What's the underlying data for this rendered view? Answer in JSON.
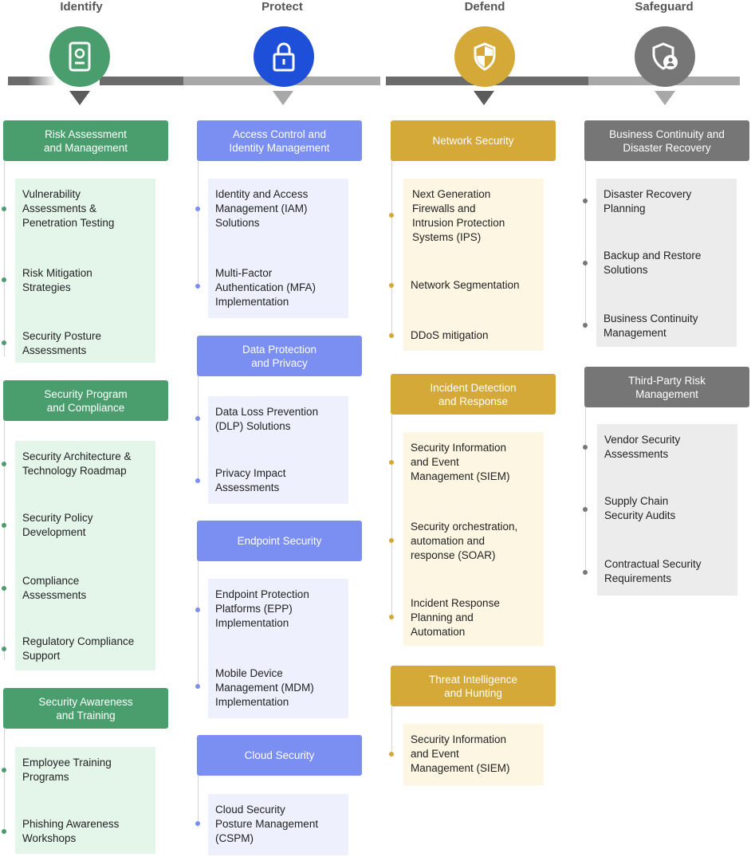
{
  "colors": {
    "identify": "#4a9e6e",
    "identify_light": "#e4f5ea",
    "protect": "#7b8ff2",
    "protect_circle": "#1e4fd8",
    "protect_light": "#eef0fd",
    "defend": "#d4a937",
    "defend_light": "#fdf6e3",
    "safeguard": "#767676",
    "safeguard_light": "#ececec"
  },
  "phases": [
    {
      "title": "Identify",
      "icon": "id-badge-icon"
    },
    {
      "title": "Protect",
      "icon": "lock-icon"
    },
    {
      "title": "Defend",
      "icon": "shield-icon"
    },
    {
      "title": "Safeguard",
      "icon": "user-shield-icon"
    }
  ],
  "identify": {
    "groups": [
      {
        "heading": "Risk Assessment\nand Management",
        "items": [
          "Vulnerability\nAssessments &\nPenetration Testing",
          "Risk Mitigation\nStrategies",
          "Security Posture\nAssessments"
        ]
      },
      {
        "heading": "Security Program\nand Compliance",
        "items": [
          "Security Architecture &\nTechnology Roadmap",
          "Security Policy\nDevelopment",
          "Compliance\nAssessments",
          "Regulatory Compliance\nSupport"
        ]
      },
      {
        "heading": "Security Awareness\nand Training",
        "items": [
          "Employee Training\nPrograms",
          "Phishing Awareness\nWorkshops"
        ]
      }
    ]
  },
  "protect": {
    "groups": [
      {
        "heading": "Access Control and\nIdentity Management",
        "items": [
          "Identity and Access\nManagement (IAM)\nSolutions",
          "Multi-Factor\nAuthentication (MFA)\nImplementation"
        ]
      },
      {
        "heading": "Data Protection\nand Privacy",
        "items": [
          "Data Loss Prevention\n(DLP) Solutions",
          "Privacy Impact\nAssessments"
        ]
      },
      {
        "heading": "Endpoint Security",
        "items": [
          "Endpoint Protection\nPlatforms (EPP)\nImplementation",
          "Mobile Device\nManagement (MDM)\nImplementation"
        ]
      },
      {
        "heading": "Cloud Security",
        "items": [
          "Cloud Security\nPosture Management\n(CSPM)"
        ]
      }
    ]
  },
  "defend": {
    "groups": [
      {
        "heading": "Network Security",
        "items": [
          "Next Generation\nFirewalls and\nIntrusion Protection\nSystems (IPS)",
          "Network Segmentation",
          "DDoS mitigation"
        ]
      },
      {
        "heading": "Incident Detection\nand Response",
        "items": [
          "Security Information\nand Event\nManagement (SIEM)",
          "Security orchestration,\nautomation and\nresponse (SOAR)",
          "Incident Response\nPlanning and\nAutomation"
        ]
      },
      {
        "heading": "Threat Intelligence\nand Hunting",
        "items": [
          "Security Information\nand Event\nManagement (SIEM)"
        ]
      }
    ]
  },
  "safeguard": {
    "groups": [
      {
        "heading": "Business Continuity and\nDisaster Recovery",
        "items": [
          "Disaster Recovery\nPlanning",
          "Backup and Restore\nSolutions",
          "Business Continuity\nManagement"
        ]
      },
      {
        "heading": "Third-Party Risk\nManagement",
        "items": [
          "Vendor Security\nAssessments",
          "Supply Chain\nSecurity Audits",
          "Contractual Security\nRequirements"
        ]
      }
    ]
  }
}
